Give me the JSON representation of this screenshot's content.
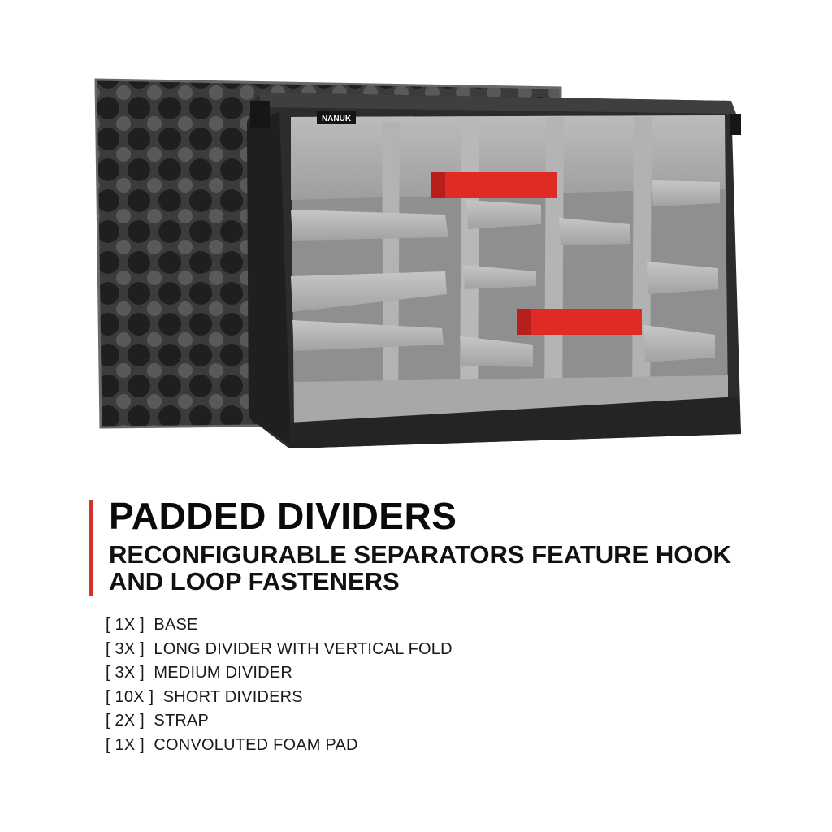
{
  "image": {
    "brand_label": "NANUK",
    "colors": {
      "foam": "#3c3b3c",
      "case_frame": "#2c2c2e",
      "divider": "#a9a9aa",
      "strap": "#e02a26"
    }
  },
  "accent_color": "#d0342c",
  "headline": "PADDED DIVIDERS",
  "subheadline": "RECONFIGURABLE SEPARATORS FEATURE HOOK AND LOOP FASTENERS",
  "contents": [
    {
      "text": "[ 1X ]  BASE"
    },
    {
      "text": "[ 3X ]  LONG DIVIDER WITH VERTICAL FOLD"
    },
    {
      "text": "[ 3X ]  MEDIUM DIVIDER"
    },
    {
      "text": "[ 10X ]  SHORT DIVIDERS"
    },
    {
      "text": "[ 2X ]  STRAP"
    },
    {
      "text": "[ 1X ]  CONVOLUTED FOAM PAD"
    }
  ]
}
